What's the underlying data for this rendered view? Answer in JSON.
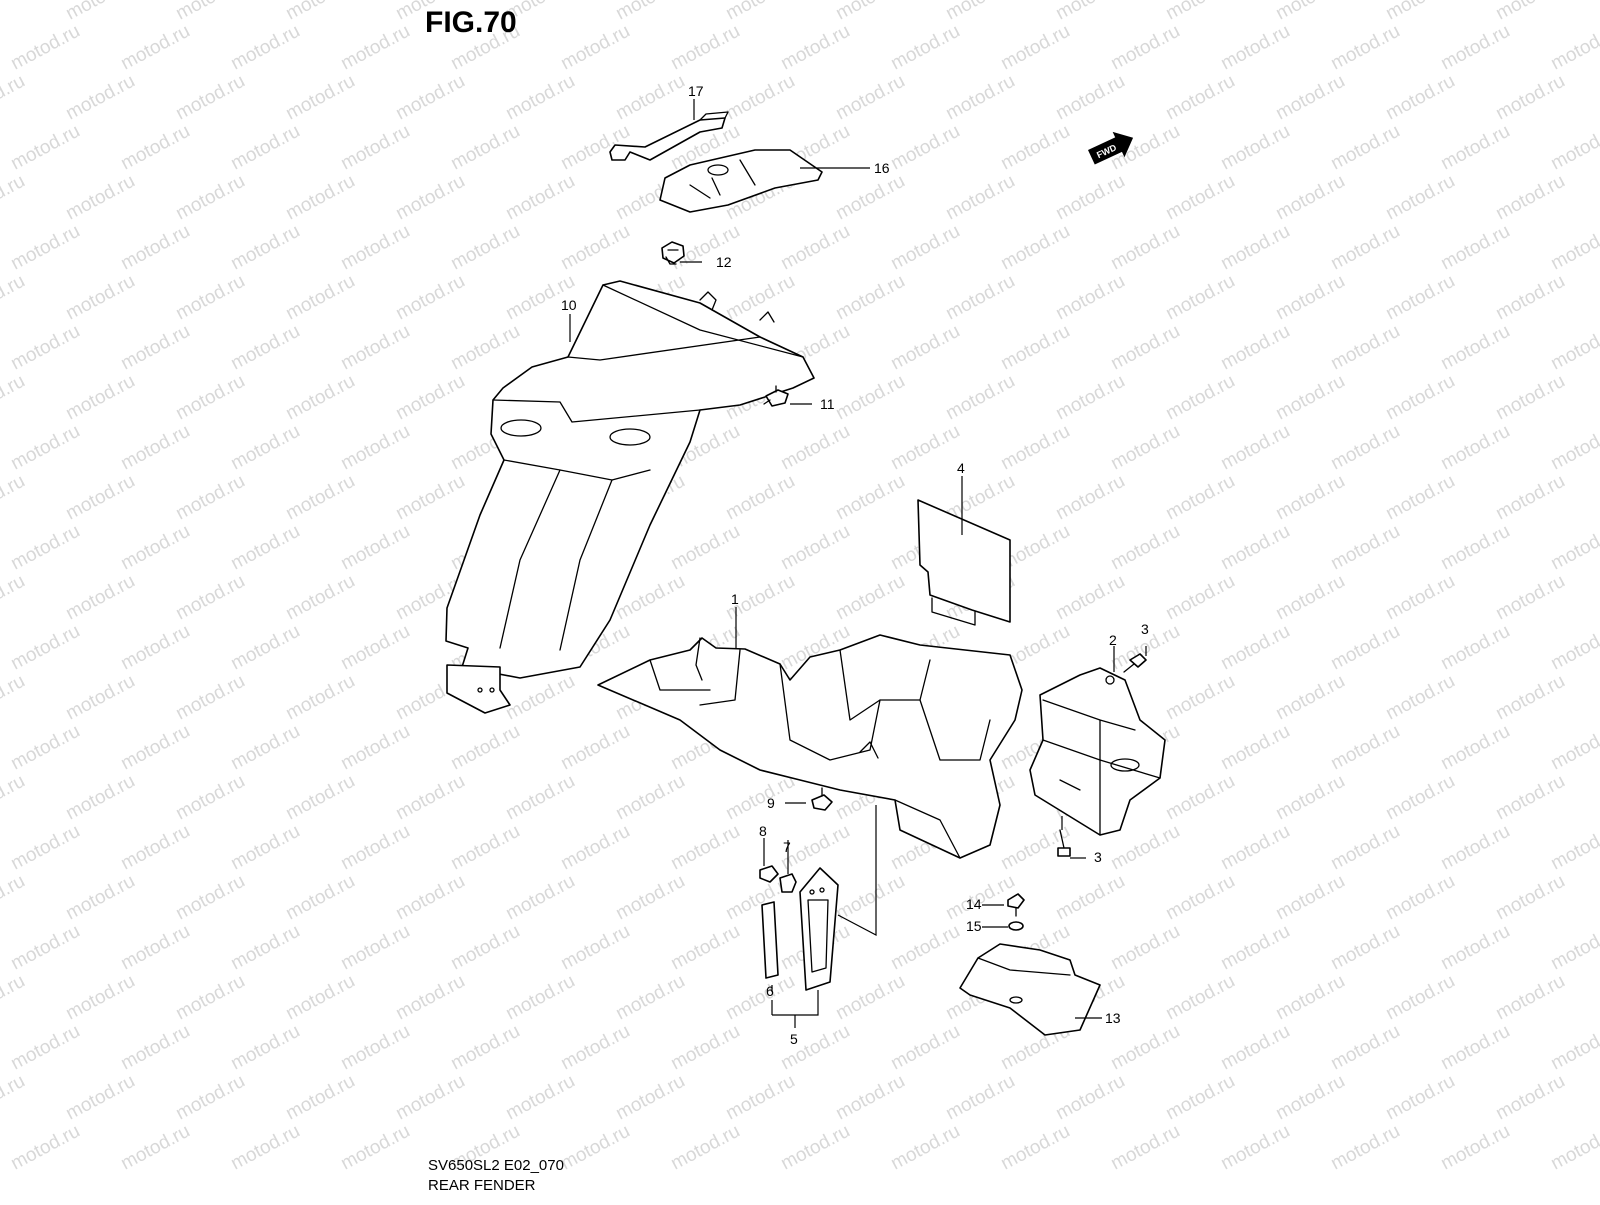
{
  "figure": {
    "title": "FIG.70",
    "code": "SV650SL2 E02_070",
    "name": "REAR FENDER",
    "direction_badge": "FWD",
    "watermark": "motod.ru"
  },
  "callouts": [
    "17",
    "16",
    "12",
    "10",
    "11",
    "4",
    "1",
    "2",
    "3",
    "3",
    "9",
    "8",
    "7",
    "6",
    "5",
    "14",
    "15",
    "13"
  ],
  "colors": {
    "line": "#000000",
    "watermark": "#d8d8d8",
    "background": "#ffffff"
  }
}
